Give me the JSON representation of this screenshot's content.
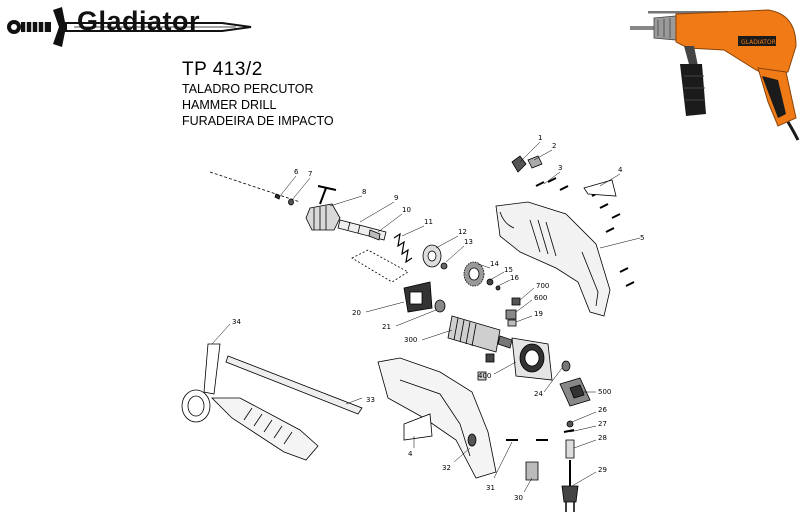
{
  "header": {
    "brand": "Gladiator",
    "model": "TP 413/2",
    "descriptions": [
      "TALADRO PERCUTOR",
      "HAMMER DRILL",
      "FURADEIRA DE IMPACTO"
    ]
  },
  "photo": {
    "label": "GLADIATOR"
  },
  "colors": {
    "body_orange": "#f07b16",
    "handle_black": "#1b1b1b",
    "metal": "#b8b8b8"
  },
  "parts": [
    "1",
    "2",
    "3",
    "4",
    "5",
    "6",
    "7",
    "8",
    "9",
    "10",
    "11",
    "12",
    "13",
    "14",
    "15",
    "16",
    "700",
    "600",
    "19",
    "20",
    "21",
    "300",
    "400",
    "24",
    "500",
    "26",
    "27",
    "28",
    "29",
    "30",
    "31",
    "32",
    "33",
    "34",
    "4"
  ]
}
